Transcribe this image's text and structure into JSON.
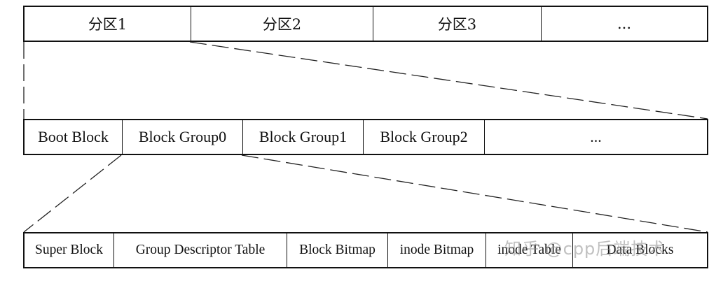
{
  "partitions": [
    "分区1",
    "分区2",
    "分区3",
    "..."
  ],
  "groups": [
    "Boot Block",
    "Block Group0",
    "Block Group1",
    "Block Group2",
    "..."
  ],
  "blocks": [
    "Super Block",
    "Group Descriptor Table",
    "Block Bitmap",
    "inode Bitmap",
    "inode Table",
    "Data Blocks"
  ],
  "watermark": "知乎 @cpp后端技术",
  "colors": {
    "line": "#111111",
    "background": "#ffffff",
    "watermark": "#8c8c8c"
  }
}
